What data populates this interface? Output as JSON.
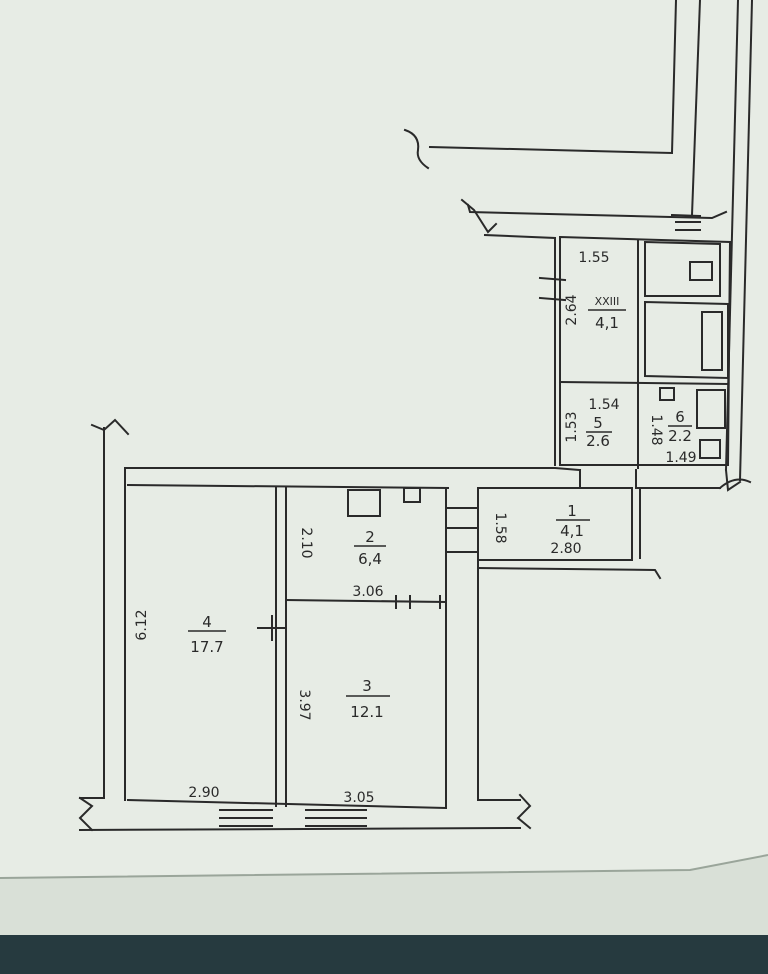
{
  "floor_plan": {
    "rooms": [
      {
        "id": "4",
        "area": "17.7",
        "dims": [
          "6.12",
          "2.90"
        ]
      },
      {
        "id": "3",
        "area": "12.1",
        "dims": [
          "3.97",
          "3.05"
        ]
      },
      {
        "id": "2",
        "area": "6,4",
        "dims": [
          "2.10",
          "3.06"
        ]
      },
      {
        "id": "1",
        "area": "4,1",
        "dims": [
          "1.58",
          "2.80"
        ]
      },
      {
        "id": "XXIII",
        "area": "4,1",
        "dims": [
          "1.55",
          "2.64"
        ]
      },
      {
        "id": "5",
        "area": "2.6",
        "dims": [
          "1.54",
          "1.53"
        ]
      },
      {
        "id": "6",
        "area": "2.2",
        "dims": [
          "1.48",
          "1.49"
        ]
      }
    ]
  },
  "colors": {
    "paper": "#e7ece5",
    "ink": "#2a2a2a",
    "background": "#d9e0d7"
  }
}
